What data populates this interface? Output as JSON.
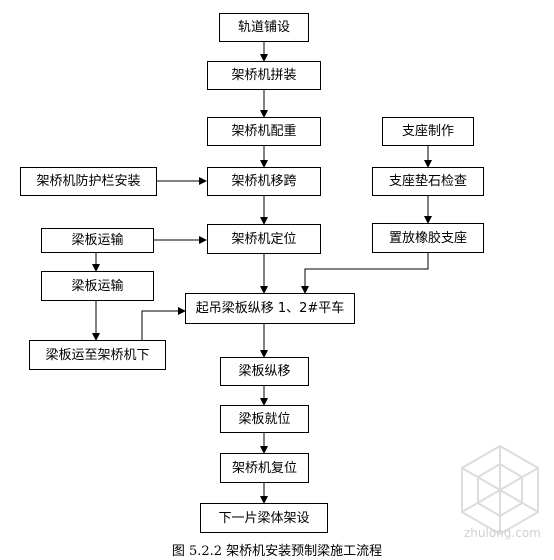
{
  "nodes": {
    "track_laying": "轨道铺设",
    "bridge_machine_assembly": "架桥机拼装",
    "bridge_machine_weighting": "架桥机配重",
    "bridge_machine_span_move": "架桥机移跨",
    "bridge_machine_positioning": "架桥机定位",
    "guardrail_install": "架桥机防护栏安装",
    "beam_transport_1": "梁板运输",
    "beam_transport_2": "梁板运输",
    "beam_to_machine": "梁板运至架桥机下",
    "bearing_making": "支座制作",
    "bearing_pad_check": "支座垫石检查",
    "place_rubber_bearing": "置放橡胶支座",
    "lift_beam": "起吊梁板纵移 1、2#平车",
    "beam_longitudinal_move": "梁板纵移",
    "beam_in_place": "梁板就位",
    "machine_reset": "架桥机复位",
    "next_beam": "下一片梁体架设"
  },
  "caption": "图 5.2.2    架桥机安装预制梁施工流程",
  "watermark": "zhulong.com",
  "colors": {
    "line": "#000000",
    "box_border": "#000000",
    "watermark": "#d0d0d0"
  }
}
